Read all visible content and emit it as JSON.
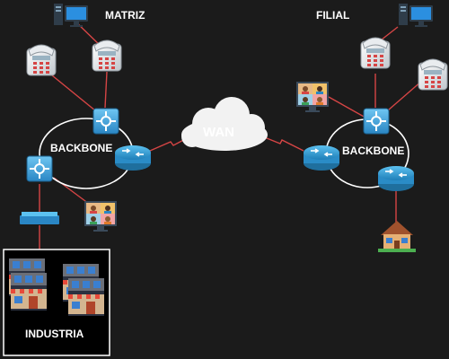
{
  "labels": {
    "matriz": "MATRIZ",
    "filial": "FILIAL",
    "wan": "WAN",
    "backbone_left": "BACKBONE",
    "backbone_right": "BACKBONE",
    "industria": "INDUSTRIA"
  },
  "colors": {
    "background": "#1b1b1b",
    "link_line": "#d64545",
    "backbone_ring": "#ffffff",
    "router": "#3aa0d8",
    "switch": "#4aa8e0",
    "cloud": "#ffffff"
  },
  "icons": [
    "computer-icon",
    "phone-icon",
    "switch-icon",
    "router-icon",
    "video-conference-icon",
    "hub-icon",
    "factory-icon",
    "house-icon",
    "cloud-icon"
  ]
}
